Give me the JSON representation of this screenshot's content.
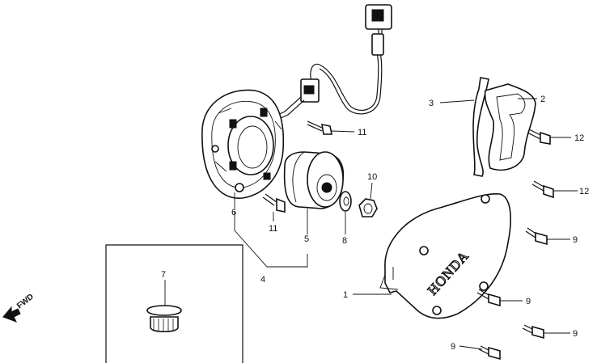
{
  "brand_text": "HONDA",
  "fwd_label": "FWD",
  "callouts": [
    "1",
    "2",
    "3",
    "4",
    "5",
    "6",
    "7",
    "8",
    "9",
    "9",
    "9",
    "9",
    "10",
    "11",
    "11",
    "12",
    "12"
  ]
}
